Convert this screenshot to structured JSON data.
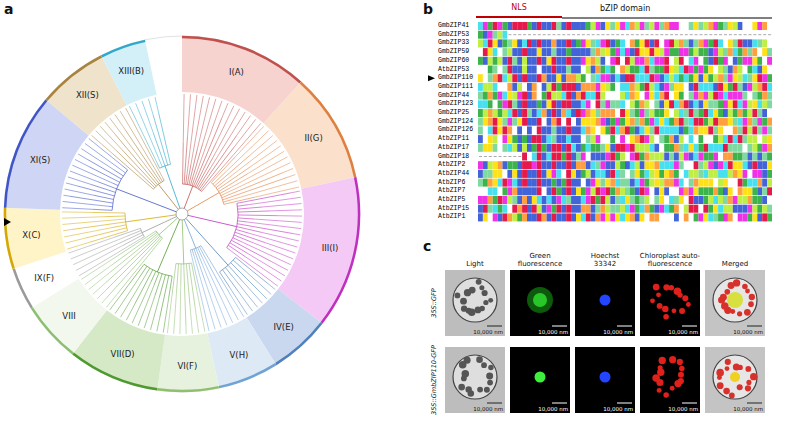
{
  "diagram": {
    "nodes": [
      {
        "text": [
          "10,000 nm"
        ]
      },
      {
        "text": [
          "10,000 nm"
        ]
      },
      {
        "text": [
          "10,000 nm"
        ]
      },
      {
        "text": [
          "10,000 nm"
        ]
      },
      {
        "text": [
          "10,000 nm"
        ]
      },
      {
        "text": [
          "10,000 nm"
        ]
      },
      {
        "text": [
          "10,000 nm"
        ]
      },
      {
        "text": [
          "10,000 nm"
        ]
      },
      {
        "text": [
          "10,000 nm"
        ]
      },
      {
        "text": [
          "10,000 nm"
        ]
      }
    ],
    "labels": [
      "a",
      "I(A)",
      "II(G)",
      "III(I)",
      "IV(E)",
      "V(H)",
      "VI(F)",
      "VII(D)",
      "VIII",
      "IX(F)",
      "X(C)",
      "XI(S)",
      "XII(S)",
      "XIII(B)",
      "b",
      "NLS",
      "bZIP domain",
      "GmbZIP41",
      "GmbZIP53",
      "GmbZIP33",
      "GmbZIP59",
      "GmbZIP60",
      "AtbZIP53",
      "GmbZIP110",
      "GmbZIP111",
      "GmbZIP44",
      "GmbZIP123",
      "GmbZIP25",
      "GmbZIP124",
      "GmbZIP126",
      "AtbZIP11",
      "AtbZIP17",
      "GmbZIP18",
      "AtbZIP2",
      "AtbZIP44",
      "AtbZIP6",
      "AtbZIP7",
      "AtbZIP5",
      "AtbZIP15",
      "AtbZIP1",
      "c",
      "Light",
      "Green fluorescence",
      "Hoechst 33342",
      "Chloroplast auto-fluorescence",
      "Merged",
      "35S::GFP",
      "35S::GmbZIP110-GFP"
    ]
  }
}
